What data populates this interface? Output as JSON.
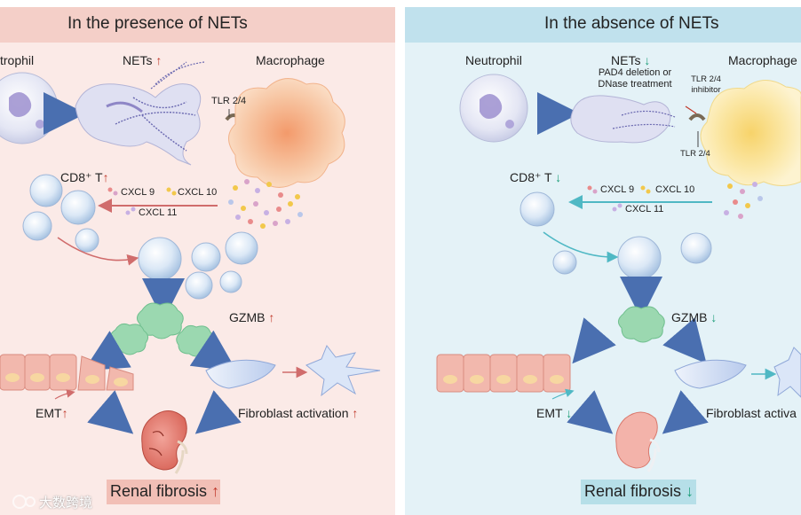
{
  "colors": {
    "left_bg": "#fbe9e6",
    "left_header": "#f4cfc8",
    "right_bg": "#e3f1f6",
    "right_header": "#bfe0ec",
    "up_arrow": "#c0392b",
    "down_arrow": "#1e9e7a",
    "arrow_blue": "#4a6fb0"
  },
  "left": {
    "title": "In the presence of NETs",
    "neutrophil": "trophil",
    "nets": "NETs",
    "nets_arrow": "↑",
    "macrophage": "Macrophage",
    "tlr": "TLR 2/4",
    "cd8": "CD8⁺ T",
    "cd8_arrow": "↑",
    "cxcl9": "CXCL 9",
    "cxcl10": "CXCL 10",
    "cxcl11": "CXCL 11",
    "gzmb": "GZMB",
    "gzmb_arrow": "↑",
    "emt": "EMT",
    "emt_arrow": "↑",
    "fibroblast": "Fibroblast activation",
    "fibroblast_arrow": "↑",
    "renal": "Renal fibrosis",
    "renal_arrow": "↑"
  },
  "right": {
    "title": "In the absence of NETs",
    "neutrophil": "Neutrophil",
    "nets": "NETs",
    "nets_arrow": "↓",
    "pad4_line1": "PAD4 deletion or",
    "pad4_line2": "DNase treatment",
    "macrophage": "Macrophage",
    "tlr_inhib_line1": "TLR 2/4",
    "tlr_inhib_line2": "inhibitor",
    "tlr": "TLR 2/4",
    "cd8": "CD8⁺ T",
    "cd8_arrow": "↓",
    "cxcl9": "CXCL 9",
    "cxcl10": "CXCL 10",
    "cxcl11": "CXCL 11",
    "gzmb": "GZMB",
    "gzmb_arrow": "↓",
    "emt": "EMT",
    "emt_arrow": "↓",
    "fibroblast": "Fibroblast activa",
    "renal": "Renal fibrosis",
    "renal_arrow": "↓"
  },
  "watermark": "大数跨境"
}
